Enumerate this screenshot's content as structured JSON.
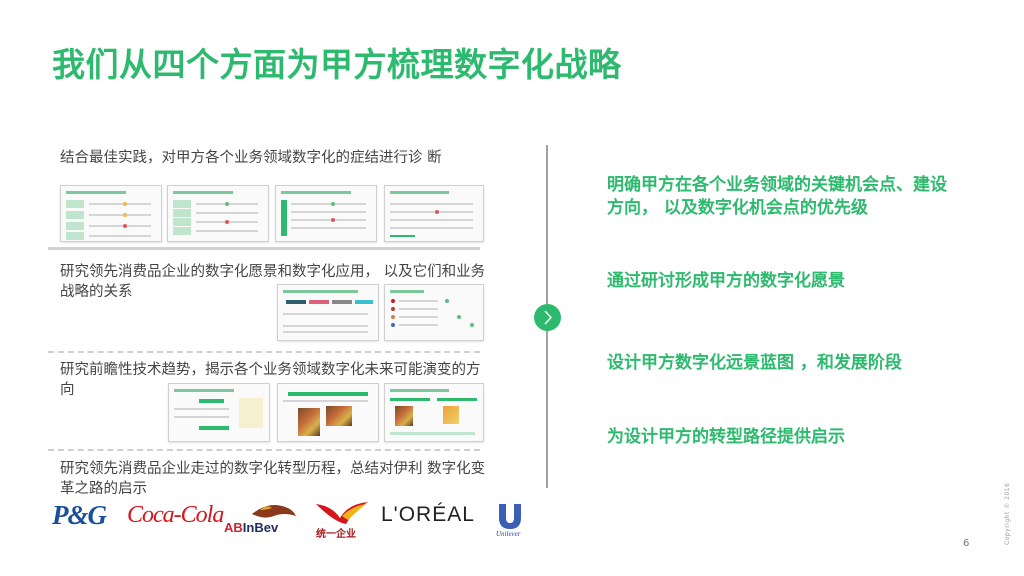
{
  "title": "我们从四个方面为甲方梳理数字化战略",
  "left_sections": [
    {
      "text": "结合最佳实践，对甲方各个业务领域数字化的症结进行诊 断",
      "thumbnails": 4
    },
    {
      "text": "研究领先消费品企业的数字化愿景和数字化应用，  以及它们和业务战略的关系",
      "thumbnails": 2
    },
    {
      "text": "研究前瞻性技术趋势，揭示各个业务领域数字化未来可能演变的方向",
      "thumbnails": 3
    },
    {
      "text": "研究领先消费品企业走过的数字化转型历程，总结对伊利 数字化变革之路的启示",
      "thumbnails": 0
    }
  ],
  "logos": [
    {
      "name": "P&G",
      "text": "P&G"
    },
    {
      "name": "Coca-Cola",
      "text": "Coca-Cola"
    },
    {
      "name": "AB InBev",
      "text_a": "AB",
      "text_b": "InBev"
    },
    {
      "name": "统一企业",
      "text": "统一企业"
    },
    {
      "name": "L'Oréal",
      "text": "L'ORÉAL"
    },
    {
      "name": "Unilever",
      "text": "Unilever"
    }
  ],
  "right_points": [
    "明确甲方在各个业务领域的关键机会点、建设方向，  以及数字化机会点的优先级",
    "通过研讨形成甲方的数字化愿景",
    "设计甲方数字化远景蓝图 ，和发展阶段",
    "为设计甲方的转型路径提供启示"
  ],
  "arrow_icon": "chevron-right-icon",
  "page_number": "6",
  "copyright": "Copyright © 2016",
  "colors": {
    "accent": "#2dba6e",
    "text": "#444444",
    "divider": "#d2d2d2"
  }
}
